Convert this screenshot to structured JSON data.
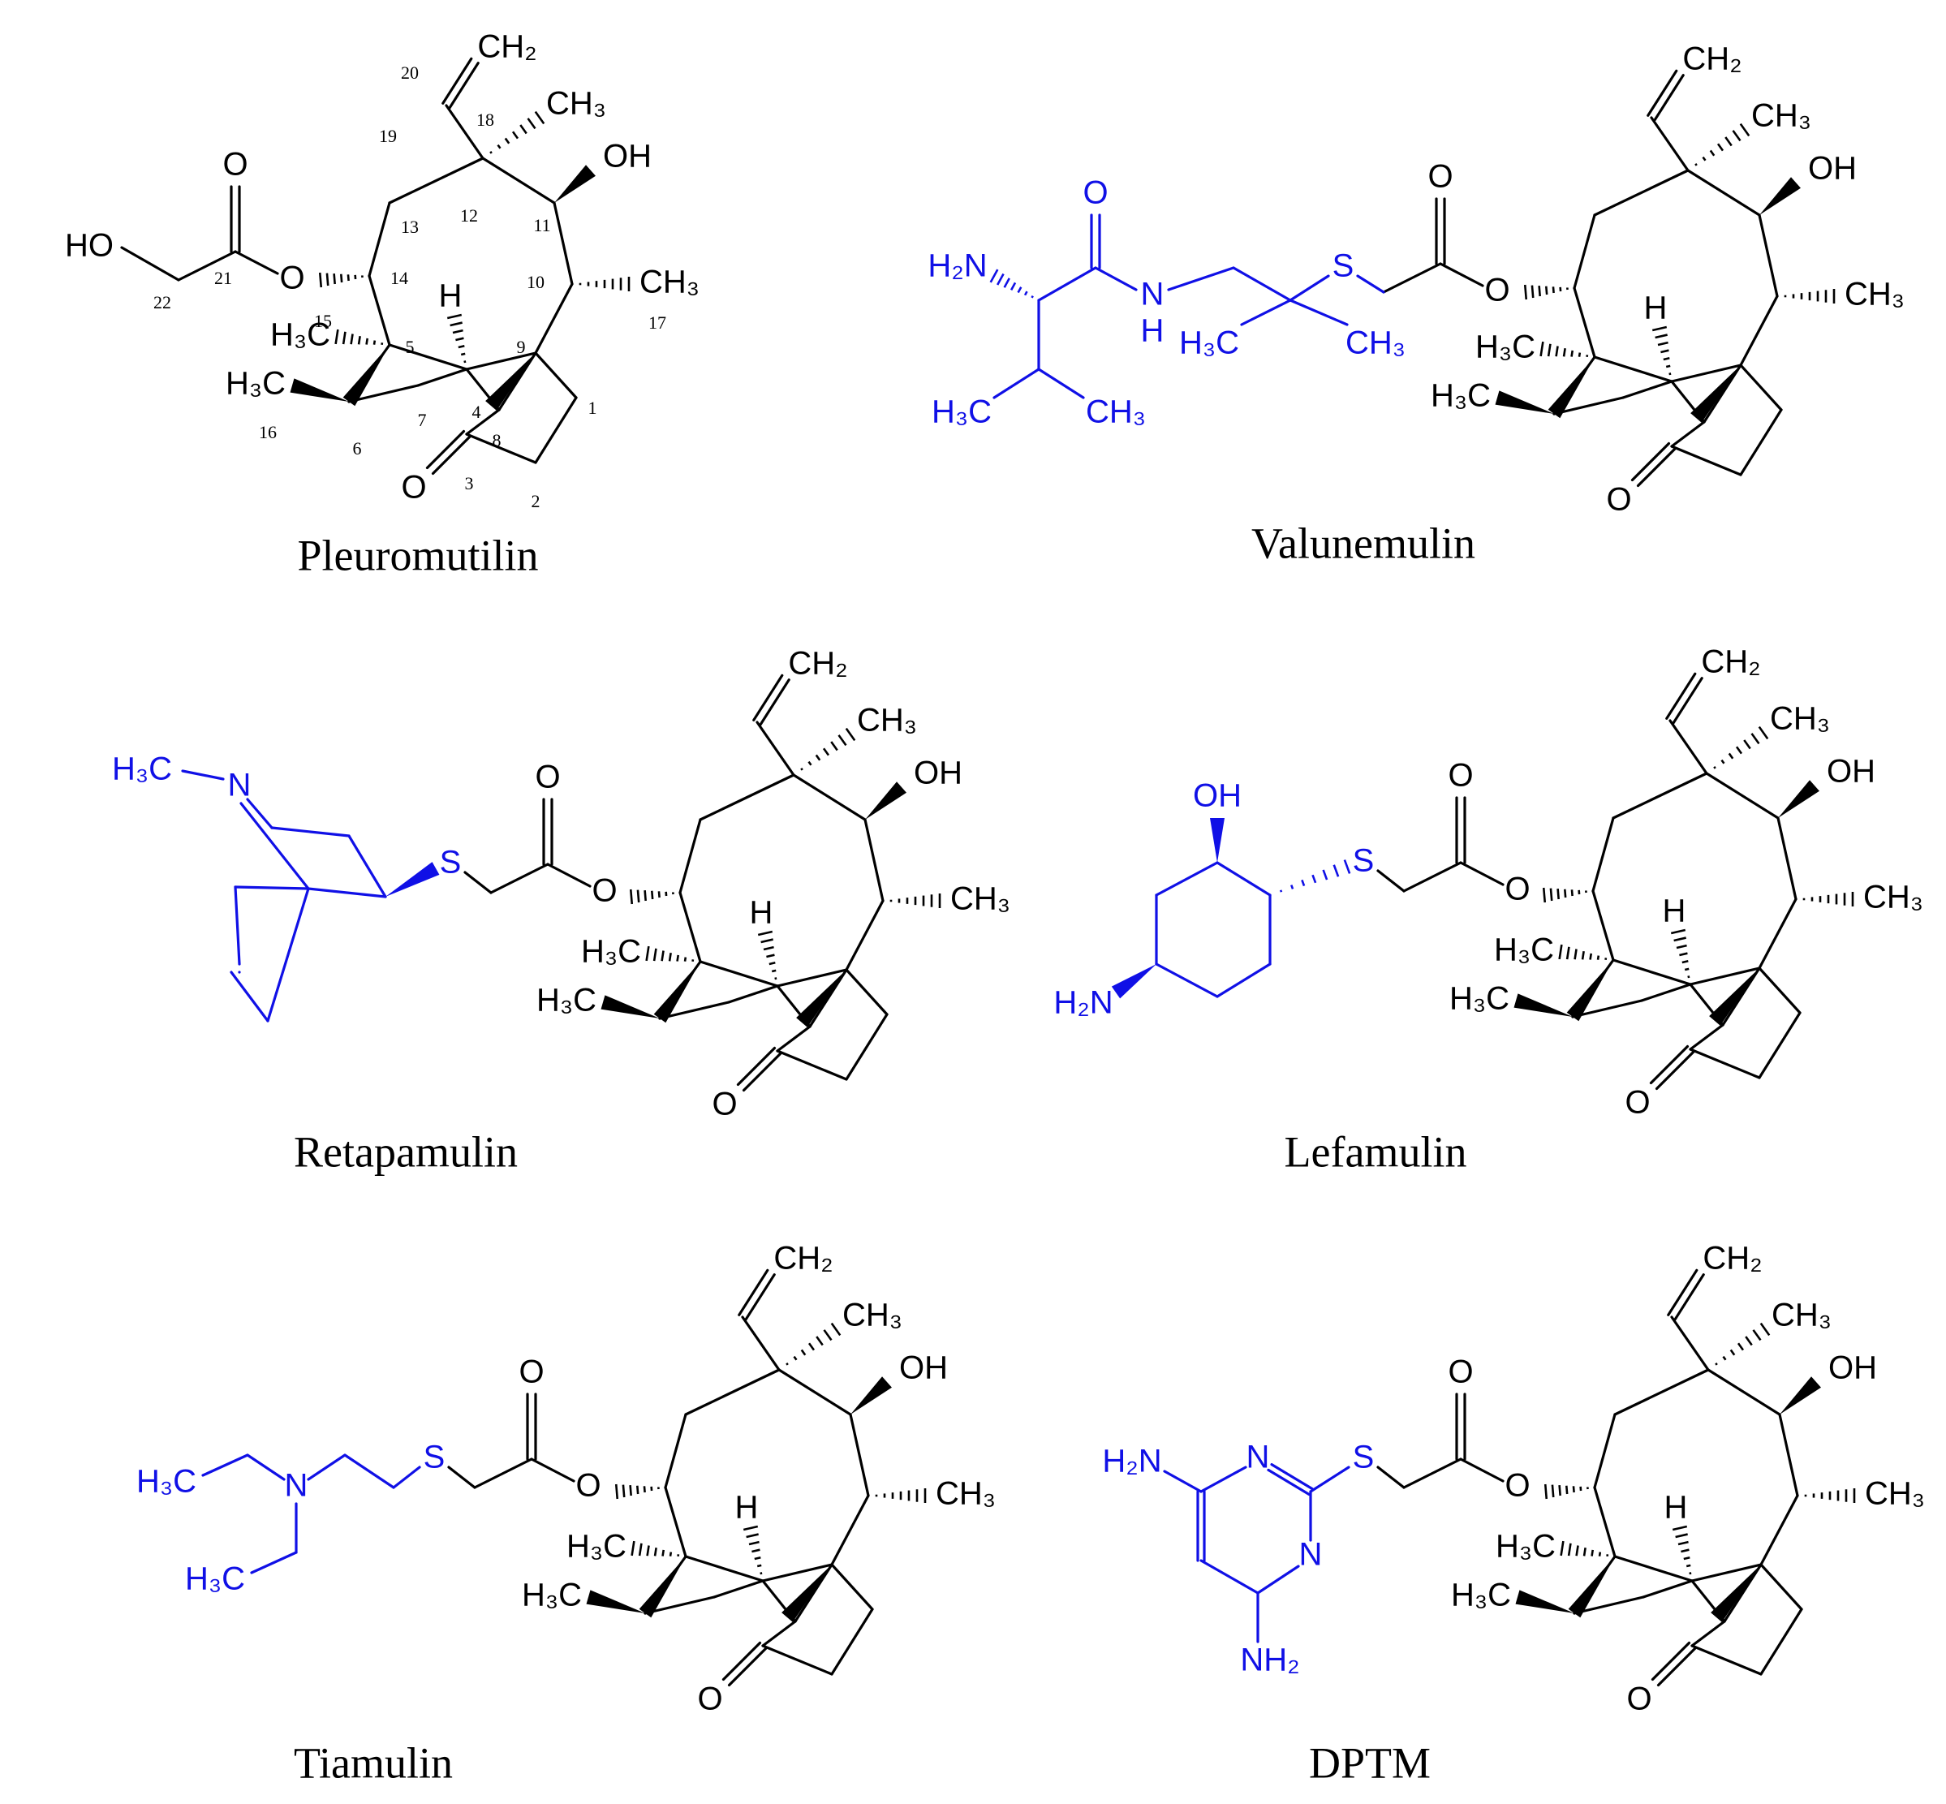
{
  "compounds": [
    {
      "name": "Pleuromutilin"
    },
    {
      "name": "Valunemulin"
    },
    {
      "name": "Retapamulin"
    },
    {
      "name": "Lefamulin"
    },
    {
      "name": "Tiamulin"
    },
    {
      "name": "DPTM"
    }
  ],
  "core_labels": {
    "ch2": "CH₂",
    "ch3": "CH₃",
    "oh": "OH",
    "h": "H",
    "o": "O",
    "h3c": "H₃C"
  },
  "pleuromutilin_labels": {
    "ho": "HO",
    "carbon_numbers": [
      "1",
      "2",
      "3",
      "4",
      "5",
      "6",
      "7",
      "8",
      "9",
      "10",
      "11",
      "12",
      "13",
      "14",
      "15",
      "16",
      "17",
      "18",
      "19",
      "20",
      "21",
      "22"
    ]
  },
  "substituent_labels": {
    "valunemulin": {
      "nh2": "H₂N",
      "o": "O",
      "n": "N",
      "h": "H",
      "s": "S",
      "h3c_a": "H₃C",
      "ch3_a": "CH₃",
      "h3c_b": "H₃C",
      "ch3_b": "CH₃",
      "o_ester": "O"
    },
    "retapamulin": {
      "h3c": "H₃C",
      "n": "N",
      "s": "S",
      "o": "O"
    },
    "lefamulin": {
      "oh": "OH",
      "h2n": "H₂N",
      "s": "S",
      "o": "O"
    },
    "tiamulin": {
      "h3c_a": "H₃C",
      "n": "N",
      "h3c_b": "H₃C",
      "s": "S",
      "o": "O"
    },
    "dptm": {
      "h2n": "H₂N",
      "n1": "N",
      "n2": "N",
      "nh2": "NH₂",
      "s": "S",
      "o": "O"
    }
  },
  "colors": {
    "core": "#000000",
    "substituent": "#1010e6"
  }
}
